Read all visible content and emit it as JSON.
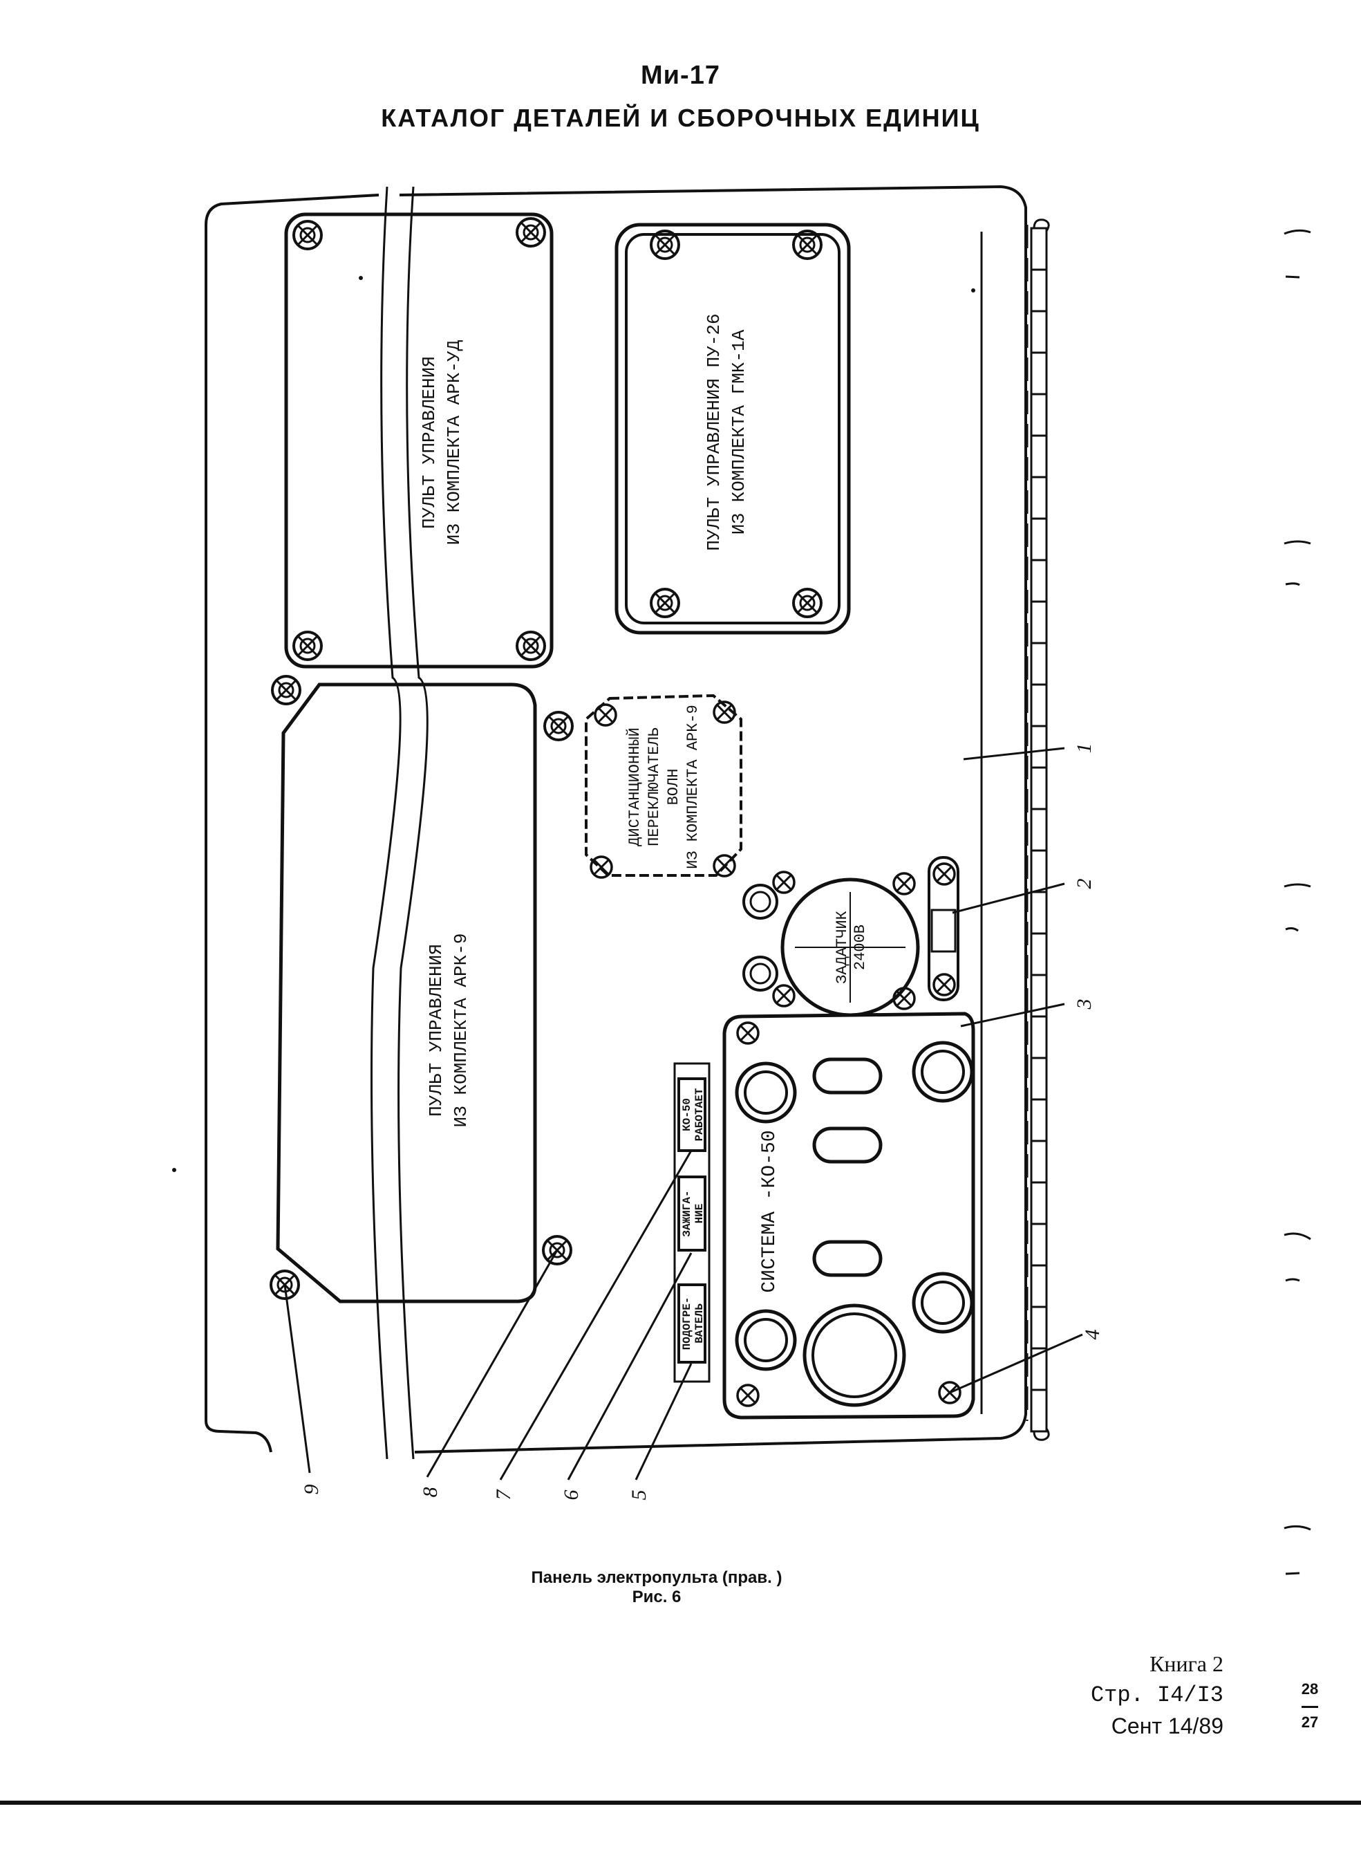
{
  "header": {
    "model": "Ми-17",
    "catalog_title": "КАТАЛОГ ДЕТАЛЕЙ И СБОРОЧНЫХ ЕДИНИЦ"
  },
  "panel": {
    "ark_ud_label_1": "ПУЛЬТ УПРАВЛЕНИЯ",
    "ark_ud_label_2": "ИЗ КОМПЛЕКТА АРК-УД",
    "pu26_label_1": "ПУЛЬТ УПРАВЛЕНИЯ ПУ-26",
    "pu26_label_2": "ИЗ КОМПЛЕКТА ГМК-1А",
    "ark9_label_1": "ПУЛЬТ УПРАВЛЕНИЯ",
    "ark9_label_2": "ИЗ КОМПЛЕКТА АРК-9",
    "switch_label_1": "ДИСТАНЦИОННЫЙ",
    "switch_label_2": "ПЕРЕКЛЮЧАТЕЛЬ",
    "switch_label_3": "ВОЛН",
    "switch_label_4": "ИЗ КОМПЛЕКТА АРК-9",
    "zadatchik_1": "ЗАДАТЧИК",
    "zadatchik_2": "2400В",
    "system_label": "СИСТЕМА -КО-50",
    "ko50_1": "КО-50",
    "ko50_2": "РАБОТАЕТ",
    "ignition_1": "ЗАЖИГА-",
    "ignition_2": "НИЕ",
    "heater_1": "ПОДОГРЕ-",
    "heater_2": "ВАТЕЛЬ"
  },
  "callouts": [
    "1",
    "2",
    "3",
    "4",
    "5",
    "6",
    "7",
    "8",
    "9"
  ],
  "caption": {
    "line1": "Панель электропульта (прав. )",
    "line2": "Рис. 6"
  },
  "footer": {
    "book": "Книга 2",
    "page": "Стр. I4/I3",
    "date": "Сент 14/89",
    "page_top": "28",
    "page_bottom": "27"
  }
}
